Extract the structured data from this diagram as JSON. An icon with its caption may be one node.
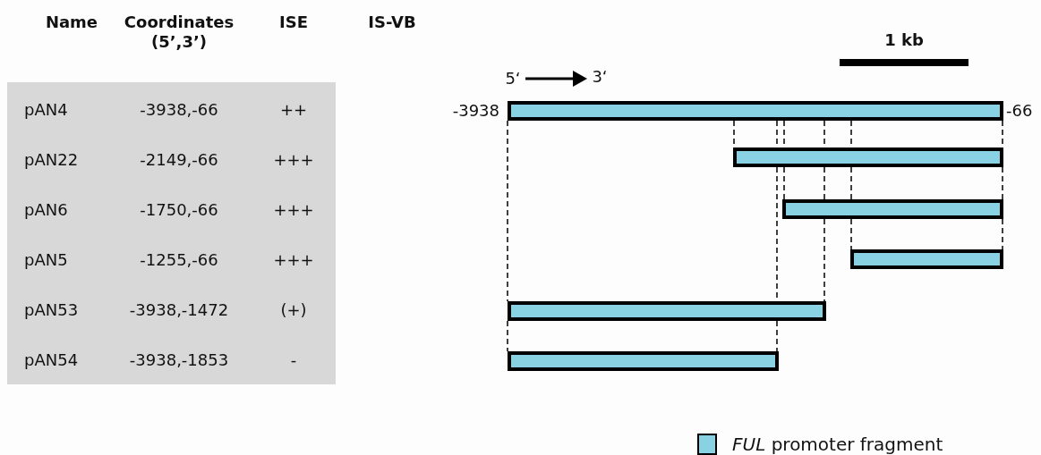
{
  "diagram": {
    "nodes": [
      {
        "text": [],
        "shape": "bar",
        "beside": [
          "-3938",
          "-66"
        ]
      },
      {
        "text": [],
        "shape": "bar"
      },
      {
        "text": [],
        "shape": "bar"
      },
      {
        "text": [],
        "shape": "bar"
      },
      {
        "text": [],
        "shape": "bar"
      },
      {
        "text": [],
        "shape": "bar"
      }
    ],
    "edges": [
      {
        "from": 0,
        "to": 4,
        "arrow": "none",
        "style": "dashed"
      },
      {
        "from": 4,
        "to": 5,
        "arrow": "none",
        "style": "dashed"
      },
      {
        "from": 0,
        "to": 1,
        "arrow": "none",
        "style": "dashed"
      },
      {
        "from": 0,
        "to": 1,
        "arrow": "none",
        "style": "dashed"
      },
      {
        "from": 1,
        "to": 4,
        "arrow": "none",
        "style": "dashed"
      },
      {
        "from": 4,
        "to": 5,
        "arrow": "none",
        "style": "dashed"
      },
      {
        "from": 0,
        "to": 1,
        "arrow": "none",
        "style": "dashed"
      },
      {
        "from": 1,
        "to": 2,
        "arrow": "none",
        "style": "dashed"
      },
      {
        "from": 0,
        "to": 1,
        "arrow": "none",
        "style": "dashed"
      },
      {
        "from": 1,
        "to": 2,
        "arrow": "none",
        "style": "dashed"
      },
      {
        "from": 2,
        "to": 4,
        "arrow": "none",
        "style": "dashed"
      },
      {
        "from": 0,
        "to": 1,
        "arrow": "none",
        "style": "dashed"
      },
      {
        "from": 1,
        "to": 2,
        "arrow": "none",
        "style": "dashed"
      },
      {
        "from": 2,
        "to": 3,
        "arrow": "none",
        "style": "dashed"
      },
      {
        "from": 0,
        "to": 1,
        "arrow": "none",
        "style": "dashed"
      },
      {
        "from": 1,
        "to": 2,
        "arrow": "none",
        "style": "dashed"
      },
      {
        "from": 2,
        "to": 3,
        "arrow": "none",
        "style": "dashed"
      }
    ],
    "labels": [
      "Name",
      "Coordinates (5’,3’)",
      "ISE",
      "IS-VB",
      "1 kb",
      "5‘",
      "3‘",
      "pAN4",
      "-3938,-66",
      "++",
      "pAN22",
      "-2149,-66",
      "+++",
      "pAN6",
      "-1750,-66",
      "+++",
      "pAN5",
      "-1255,-66",
      "+++",
      "pAN53",
      "-3938,-1472",
      "(+)",
      "pAN54",
      "-3938,-1853",
      "-"
    ],
    "legend": [
      {
        "text": "*FUL* promoter fragment",
        "color": "#89d2e3"
      }
    ]
  }
}
